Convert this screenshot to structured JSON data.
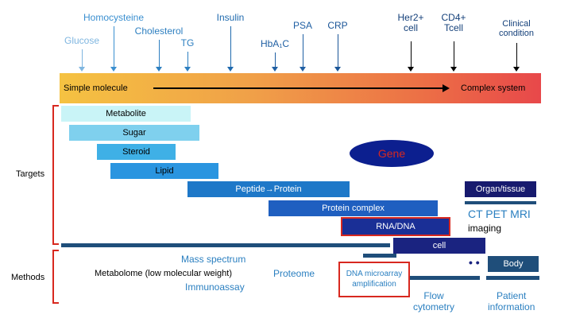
{
  "top_markers": [
    {
      "label": "Glucose",
      "color": "#7fb6e0"
    },
    {
      "label": "Homocysteine",
      "color": "#3a8fd0"
    },
    {
      "label": "Cholesterol",
      "color": "#2d7fc0"
    },
    {
      "label": "TG",
      "color": "#2d7fc0"
    },
    {
      "label": "Insulin",
      "color": "#1f6aae"
    },
    {
      "label": "HbA₁C",
      "color": "#1f5fa3"
    },
    {
      "label": "PSA",
      "color": "#1f5fa3"
    },
    {
      "label": "CRP",
      "color": "#1a5597"
    },
    {
      "label": "Her2+\ncell",
      "color": "#14407a"
    },
    {
      "label": "CD4+\nTcell",
      "color": "#14407a"
    },
    {
      "label": "Clinical\ncondition",
      "color": "#14407a"
    }
  ],
  "gradient_bar": {
    "left_label": "Simple molecule",
    "right_label": "Complex system",
    "color_start": "#f5c242",
    "color_end": "#e8484a"
  },
  "section_labels": {
    "targets": "Targets",
    "methods": "Methods"
  },
  "target_bars": [
    {
      "label": "Metabolite",
      "color": "#c9f4f7",
      "text_color": "#000000"
    },
    {
      "label": "Sugar",
      "color": "#7fd0ee",
      "text_color": "#000000"
    },
    {
      "label": "Steroid",
      "color": "#3fb0e6",
      "text_color": "#000000"
    },
    {
      "label": "Lipid",
      "color": "#2a95e0",
      "text_color": "#000000"
    },
    {
      "label": "Peptide→Protein",
      "color": "#1e78c8",
      "text_color": "#ffffff"
    },
    {
      "label": "Protein complex",
      "color": "#1f5fc0",
      "text_color": "#ffffff"
    },
    {
      "label": "RNA/DNA",
      "color": "#1a2f96",
      "text_color": "#ffffff"
    },
    {
      "label": "cell",
      "color": "#1a2380",
      "text_color": "#ffffff"
    },
    {
      "label": "Organ/tissue",
      "color": "#171a6e",
      "text_color": "#ffffff"
    },
    {
      "label": "Body",
      "color": "#1f4e7a",
      "text_color": "#ffffff"
    }
  ],
  "gene_ellipse": {
    "label": "Gene",
    "color": "#0c1f8f",
    "text_color": "#d8281f"
  },
  "imaging": {
    "modalities": "CT PET MRI",
    "label": "imaging"
  },
  "methods": {
    "mass_spectrum": "Mass spectrum",
    "metabolome": "Metabolome (low molecular weight)",
    "immunoassay": "Immunoassay",
    "proteome": "Proteome",
    "dna_microarray": "DNA microarray\namplification",
    "flow_cytometry": "Flow\ncytometry",
    "patient_information": "Patient\ninformation",
    "dots": "• •"
  },
  "colors": {
    "bracket": "#d8281f",
    "method_line": "#1f4e7a",
    "method_text_blue": "#2a7fc0"
  }
}
